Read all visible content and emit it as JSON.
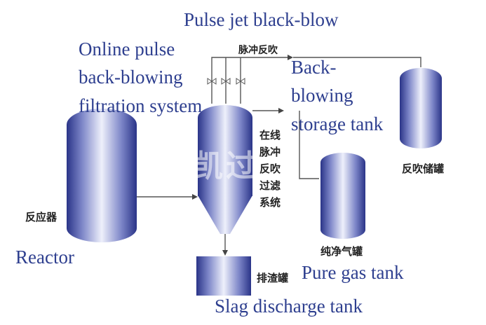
{
  "labels_en": {
    "pulse_jet": "Pulse jet black-blow",
    "online_line1": "Online pulse",
    "online_line2": "back-blowing",
    "online_line3": "filtration system",
    "backblow_line1": "Back-",
    "backblow_line2": "blowing",
    "backblow_line3": "storage tank",
    "reactor": "Reactor",
    "pure_gas": "Pure gas tank",
    "slag": "Slag discharge tank"
  },
  "labels_cn": {
    "pulse_backblow": "脉冲反吹",
    "filter_lines": [
      "在线",
      "脉冲",
      "反吹",
      "过滤",
      "系统"
    ],
    "backblow_tank": "反吹储罐",
    "reactor": "反应器",
    "pure_gas_tank": "纯净气罐",
    "slag_tank": "排渣罐"
  },
  "watermark": "雄凯过滤",
  "colors": {
    "tank_dark": "#2a3488",
    "tank_light": "#eef0fb",
    "english_text": "#2e3f8f",
    "pipe": "#555555"
  }
}
